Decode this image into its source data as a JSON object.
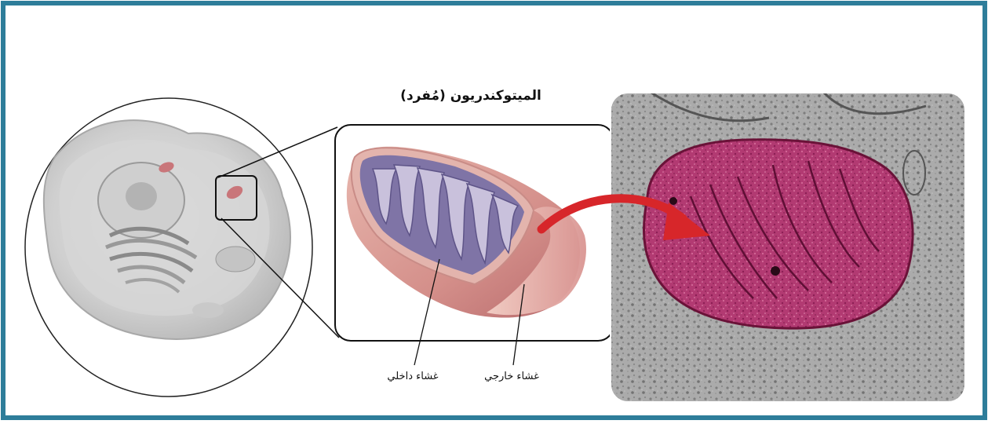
{
  "figure": {
    "title": "الميتوكندريون (مُفرد)",
    "labels": {
      "inner_membrane": "غشاء داخلي",
      "outer_membrane": "غشاء خارجي"
    },
    "colors": {
      "border": "#2e7d9a",
      "mitochondrion_outer": "#d89a96",
      "cristae": "#8a7fae",
      "micrograph_stain": "#b23a72",
      "arrow": "#d7262a",
      "micrograph_background": "#9e9e9e"
    }
  }
}
